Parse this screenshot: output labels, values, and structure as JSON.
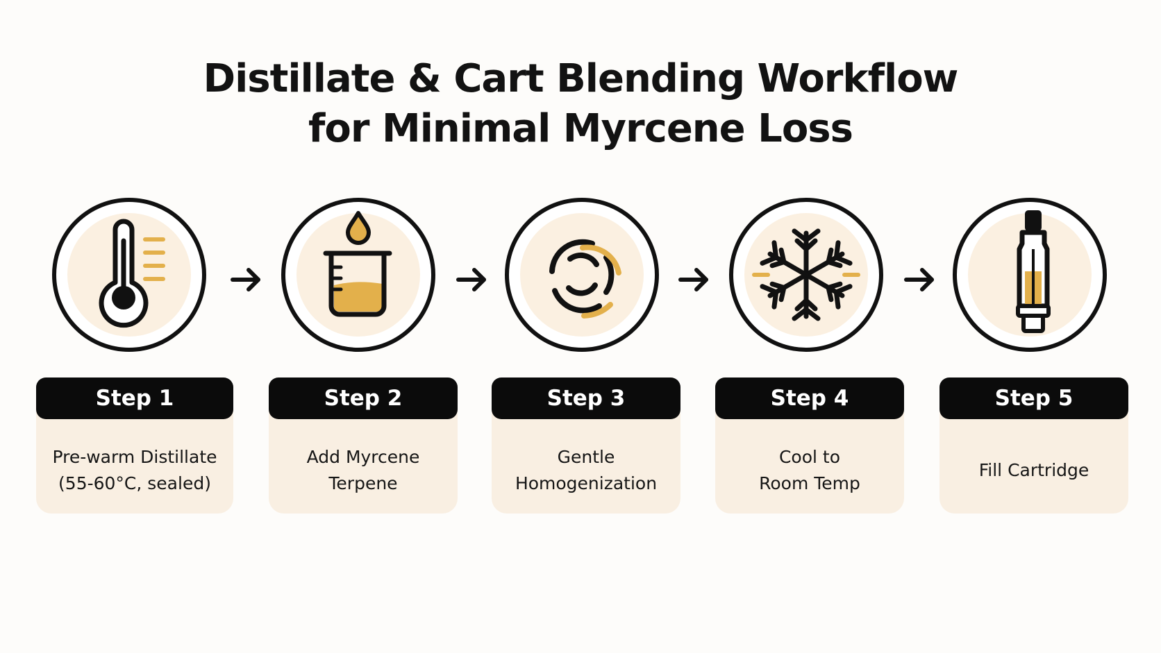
{
  "title": {
    "line1": "Distillate & Cart Blending  Workflow",
    "line2": "for Minimal Myrcene Loss"
  },
  "colors": {
    "accent": "#e3b04b",
    "dark": "#111111",
    "card_bg": "#f9efe2",
    "icon_bg": "#fbf0e1"
  },
  "steps": [
    {
      "label": "Step 1",
      "description": "Pre-warm Distillate\n(55-60°C, sealed)",
      "icon": "thermometer-icon"
    },
    {
      "label": "Step 2",
      "description": "Add Myrcene\nTerpene",
      "icon": "beaker-drop-icon"
    },
    {
      "label": "Step 3",
      "description": "Gentle\nHomogenization",
      "icon": "swirl-mixing-icon"
    },
    {
      "label": "Step 4",
      "description": "Cool to\nRoom Temp",
      "icon": "snowflake-icon"
    },
    {
      "label": "Step 5",
      "description": "Fill Cartridge",
      "icon": "cartridge-icon"
    }
  ]
}
